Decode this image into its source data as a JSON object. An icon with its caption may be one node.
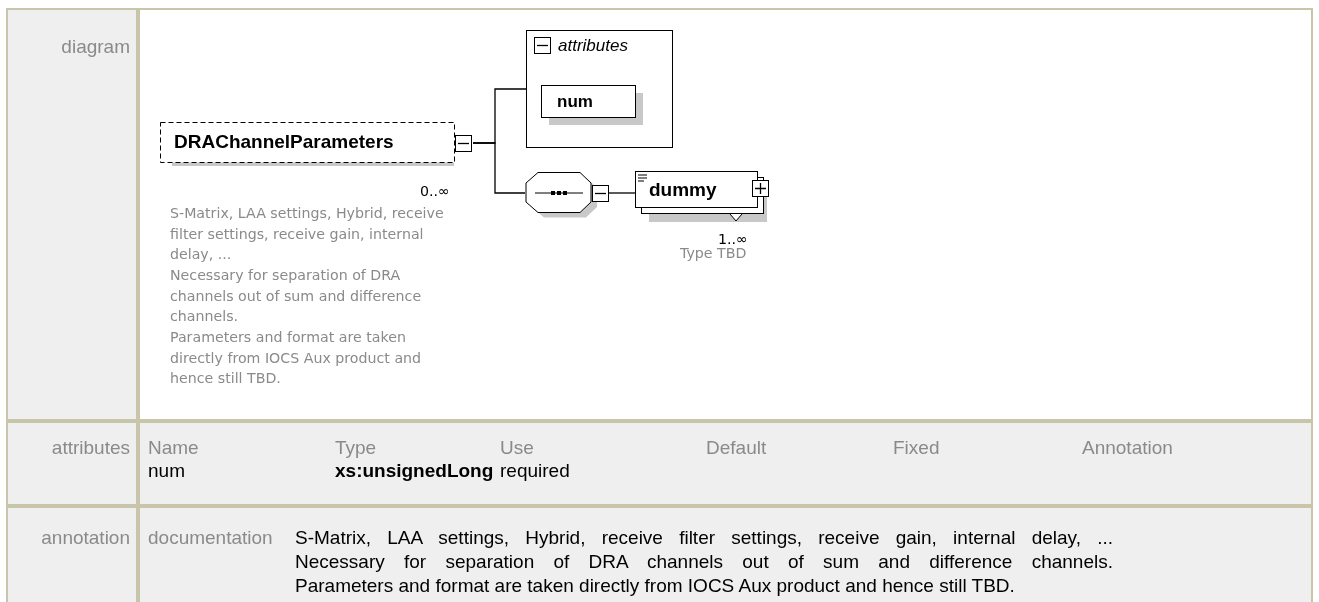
{
  "diagram": {
    "nodes": [
      {
        "text": [
          "DRAChannelParameters"
        ],
        "beside": [
          "0..∞",
          "S-Matrix, LAA settings, Hybrid, receive filter settings, receive gain, internal delay, ...",
          "Necessary for separation of DRA channels out of sum and difference channels.",
          "Parameters and format are taken directly from IOCS Aux product and hence still TBD."
        ]
      },
      {
        "text": [
          "attributes"
        ]
      },
      {
        "text": [
          "num"
        ],
        "in": 1
      },
      {
        "text": [],
        "shape": "octagon"
      },
      {
        "text": [
          "dummy"
        ],
        "beside": [
          "1..∞",
          "Type TBD"
        ]
      }
    ],
    "edges": [
      {
        "from": 0,
        "to": 1,
        "arrow": "none"
      },
      {
        "from": 0,
        "to": 3,
        "arrow": "none"
      },
      {
        "from": 3,
        "to": 4,
        "arrow": "none"
      }
    ],
    "labels": [
      "diagram",
      "attributes",
      "Name",
      "Type",
      "Use",
      "Default",
      "Fixed",
      "Annotation",
      "num",
      "xs:unsignedLong",
      "required",
      "annotation",
      "documentation",
      "S-Matrix, LAA settings, Hybrid, receive filter settings, receive gain, internal delay, ...",
      "Necessary for separation of DRA channels out of sum and difference channels.",
      "Parameters and format are taken directly from IOCS Aux product and hence still TBD."
    ]
  }
}
